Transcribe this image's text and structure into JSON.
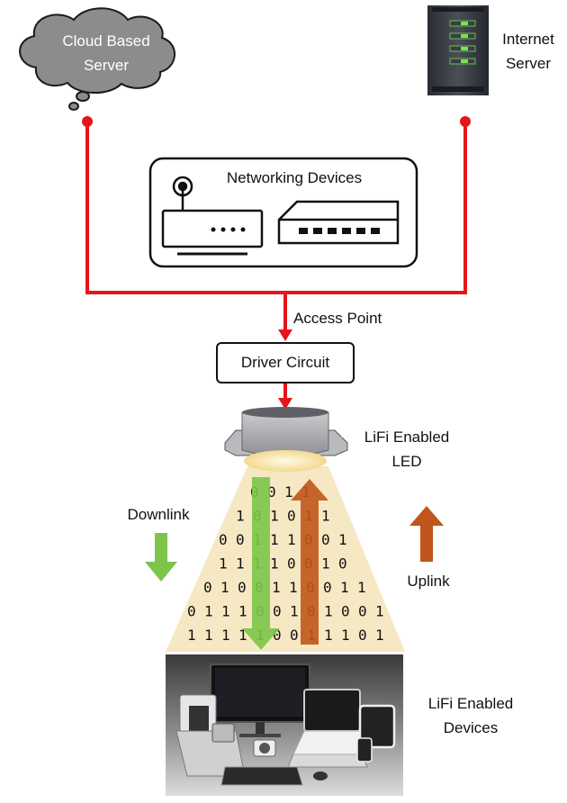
{
  "nodes": {
    "cloud_server": "Cloud Based\nServer",
    "internet_server": "Internet\nServer",
    "networking_devices": "Networking Devices",
    "access_point": "Access Point",
    "driver_circuit": "Driver Circuit",
    "lifi_led": "LiFi Enabled\nLED",
    "downlink": "Downlink",
    "uplink": "Uplink",
    "lifi_devices": "LiFi Enabled\nDevices"
  },
  "binary_rows": [
    "0 0 1 1",
    "1 0 1 0 1 1",
    "0 0 1 1 1 0 0 1",
    "1 1 1 1 0 0 1 0",
    "0 1 0 0 1 1 0 0 1 1",
    "0 1 1 1 0 0 1 0 1 0 0 1",
    "1 1 1 1 1 0 0 1 1 1 0 1"
  ],
  "colors": {
    "link_line": "#e4161b",
    "downlink_arrow": "#7cc54a",
    "uplink_arrow": "#c0561b",
    "light_cone": "#f6e8c3"
  }
}
